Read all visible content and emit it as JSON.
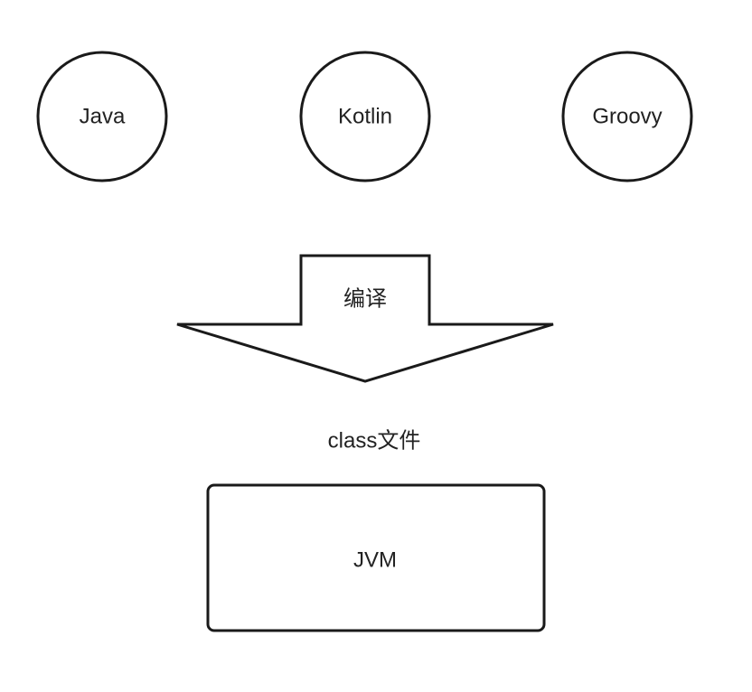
{
  "languages": [
    {
      "name": "Java"
    },
    {
      "name": "Kotlin"
    },
    {
      "name": "Groovy"
    }
  ],
  "compile_arrow": {
    "label": "编译"
  },
  "class_file": {
    "label": "class文件"
  },
  "jvm": {
    "label": "JVM"
  }
}
